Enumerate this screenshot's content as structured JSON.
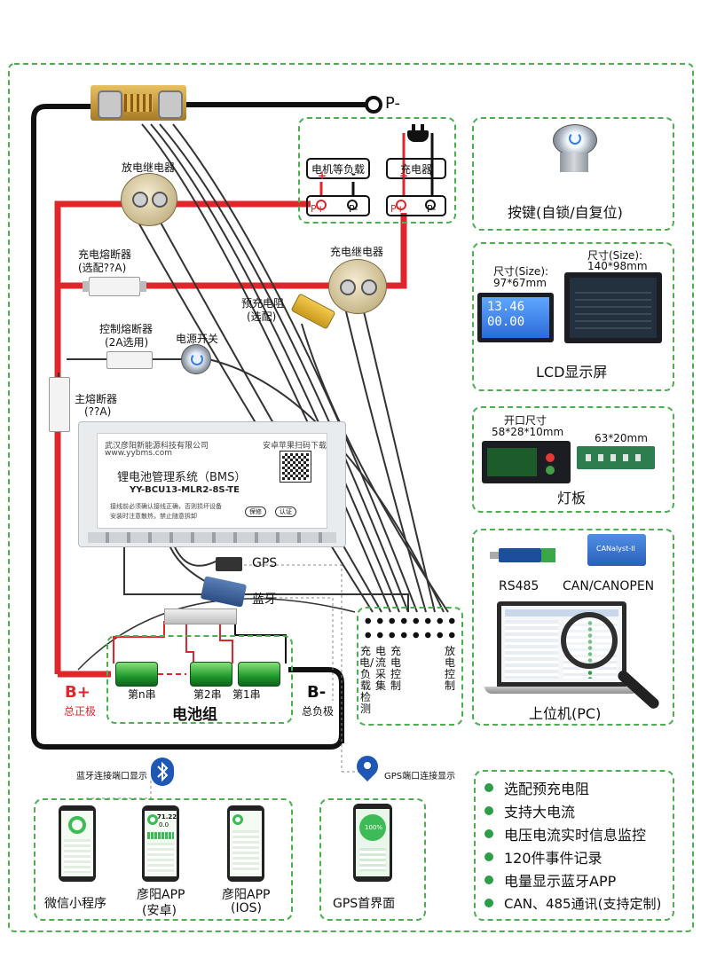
{
  "terminals": {
    "p_minus": "P-",
    "b_plus": "B+",
    "b_plus_sub": "总正极",
    "b_minus": "B-",
    "b_minus_sub": "总负极"
  },
  "components": {
    "discharge_relay": "放电继电器",
    "charge_relay": "充电继电器",
    "charge_fuse_line1": "充电熔断器",
    "charge_fuse_line2": "(选配??A)",
    "control_fuse_line1": "控制熔断器",
    "control_fuse_line2": "(2A选用)",
    "power_switch": "电源开关",
    "main_fuse_line1": "主熔断器",
    "main_fuse_line2": "(??A)",
    "precharge_line1": "预充电阻",
    "precharge_line2": "(选配)",
    "gps": "GPS",
    "bluetooth": "蓝牙"
  },
  "load_box": {
    "motor_title": "电机等负载",
    "charger_title": "充电器",
    "plus": "+",
    "minus": "-",
    "p_plus": "P+",
    "p_minus": "P-"
  },
  "bms": {
    "company": "武汉彦阳新能源科技有限公司",
    "website": "www.yybms.com",
    "scan_text": "安卓苹果扫码下载",
    "title": "锂电池管理系统（BMS）",
    "model": "YY-BCU13-MLR2-8S-TE",
    "warn_line1": "接线前必须确认接线正确，否则损坏设备",
    "warn_line2": "安装时注意散热，禁止随意拆卸",
    "badge1": "保修",
    "badge2": "认证"
  },
  "connector_labels": {
    "charge_load_detect": "充电/负载检测",
    "current_collect": "电流采集",
    "charge_control": "充电控制",
    "discharge_control": "放电控制"
  },
  "battery": {
    "pack_label": "电池组",
    "cell_n": "第n串",
    "cell_2": "第2串",
    "cell_1": "第1串"
  },
  "right_panel": {
    "button_label": "按键(自锁/自复位)",
    "lcd_label": "LCD显示屏",
    "size_small_line1": "尺寸(Size):",
    "size_small_line2": "97*67mm",
    "size_large_line1": "尺寸(Size):",
    "size_large_line2": "140*98mm",
    "lcd_small_v": "13.46",
    "lcd_small_a": "00.00",
    "light_open_line1": "开口尺寸",
    "light_open_line2": "58*28*10mm",
    "light_small_size": "63*20mm",
    "light_label": "灯板",
    "rs485": "RS485",
    "can": "CAN/CANOPEN",
    "can_device_text": "CANalyst-II",
    "pc_label": "上位机(PC)"
  },
  "bottom": {
    "bt_port": "蓝牙连接端口显示",
    "gps_port": "GPS端口连接显示",
    "wechat": "微信小程序",
    "android_line1": "彦阳APP",
    "android_line2": "(安卓)",
    "ios_line1": "彦阳APP",
    "ios_line2": "(IOS)",
    "gps_home": "GPS首界面",
    "phone_value1": "71.22",
    "phone_value2": "0.0",
    "gps_soc": "100%"
  },
  "features": [
    "选配预充电阻",
    "支持大电流",
    "电压电流实时信息监控",
    "120件事件记录",
    "电量显示蓝牙APP",
    "CAN、485通讯(支持定制)"
  ],
  "colors": {
    "positive_wire": "#e0252b",
    "negative_wire": "#111111",
    "dashed_border": "#4caf50",
    "feature_dot": "#2e9d47",
    "battery_green": "#2fbf3a"
  }
}
